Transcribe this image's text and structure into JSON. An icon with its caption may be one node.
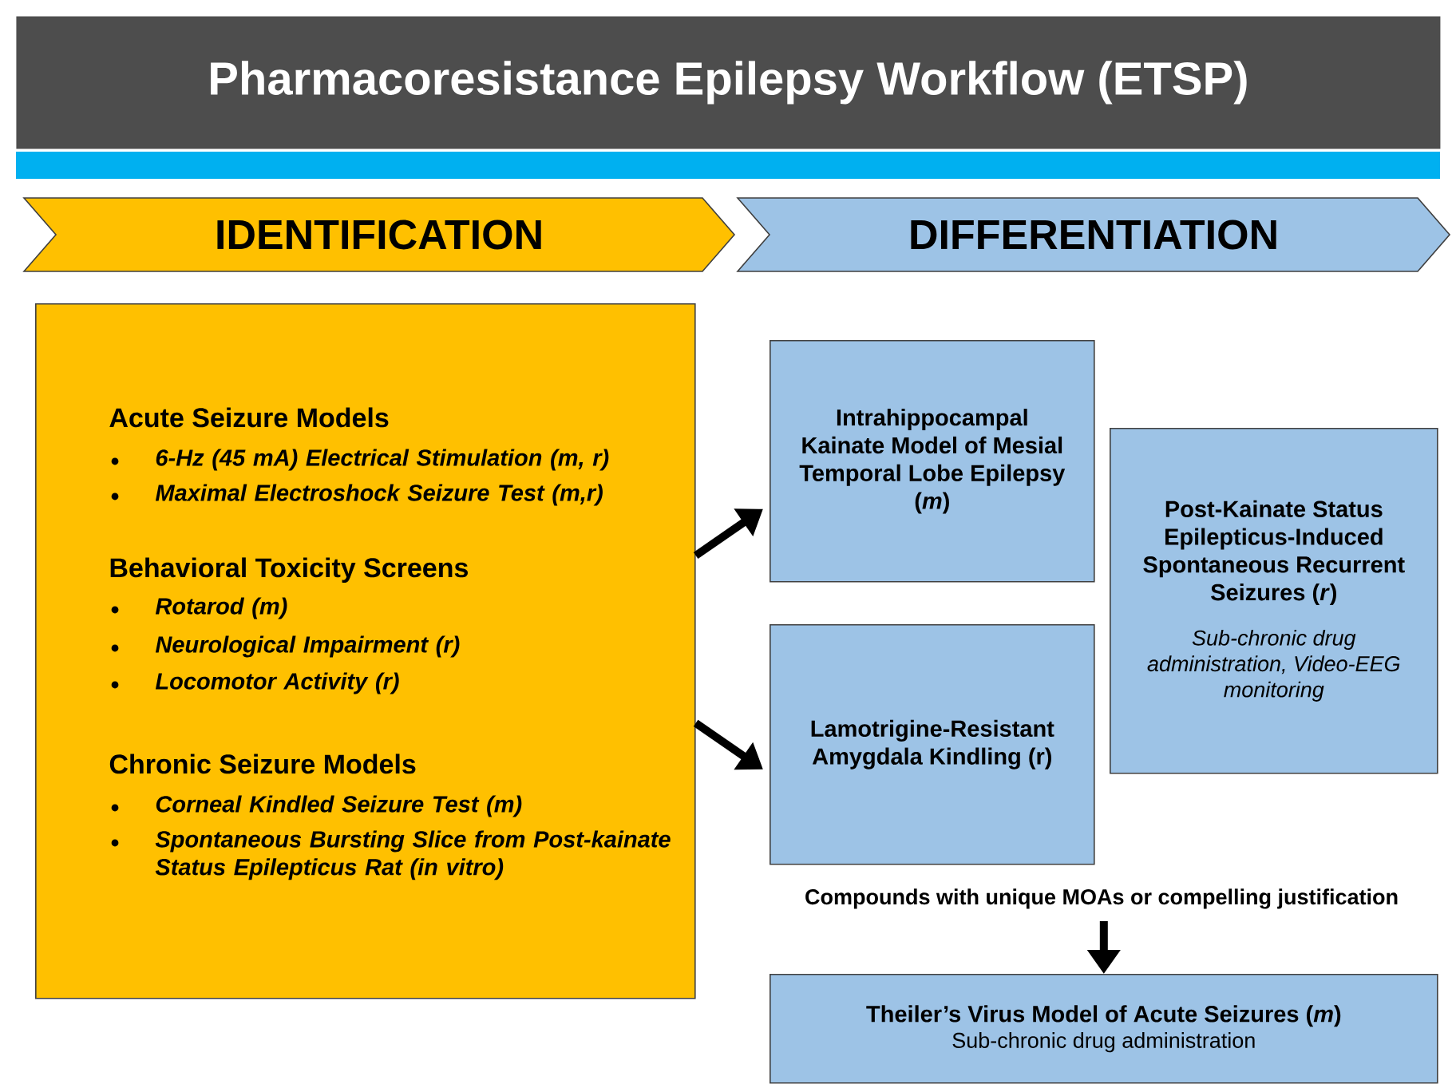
{
  "diagram": {
    "title": "Pharmacoresistance Epilepsy Workflow (ETSP)",
    "nodes": [
      {
        "text": [
          "IDENTIFICATION"
        ]
      },
      {
        "text": [
          "DIFFERENTIATION"
        ]
      },
      {
        "text": [
          "Acute Seizure Models",
          "6-Hz (45 mA) Electrical Stimulation (m, r)",
          "Maximal Electroshock Seizure Test (m,r)",
          "Behavioral Toxicity Screens",
          "Rotarod (m)",
          "Neurological Impairment (r)",
          "Locomotor Activity (r)",
          "Chronic Seizure Models",
          "Corneal Kindled Seizure Test (m)",
          "Spontaneous Bursting Slice from Post-kainate Status Epilepticus Rat (in vitro)"
        ]
      },
      {
        "text": [
          "Intrahippocampal Kainate Model of Mesial Temporal Lobe Epilepsy (*m*)"
        ]
      },
      {
        "text": [
          "Lamotrigine-Resistant Amygdala Kindling (r)"
        ]
      },
      {
        "text": [
          "Post-Kainate Status Epilepticus-Induced Spontaneous Recurrent Seizures (*r*)",
          "Sub-chronic drug administration, Video-EEG monitoring"
        ]
      },
      {
        "text": [
          "Theiler’s Virus Model of Acute Seizures (*m*)",
          "Sub-chronic drug administration"
        ]
      }
    ],
    "edges": [
      {
        "from": 2,
        "to": 3,
        "arrow": "to"
      },
      {
        "from": 2,
        "to": 4,
        "arrow": "to"
      },
      {
        "from": null,
        "to": 6,
        "arrow": "to",
        "label": "Compounds with unique MOAs or compelling justification"
      }
    ]
  }
}
